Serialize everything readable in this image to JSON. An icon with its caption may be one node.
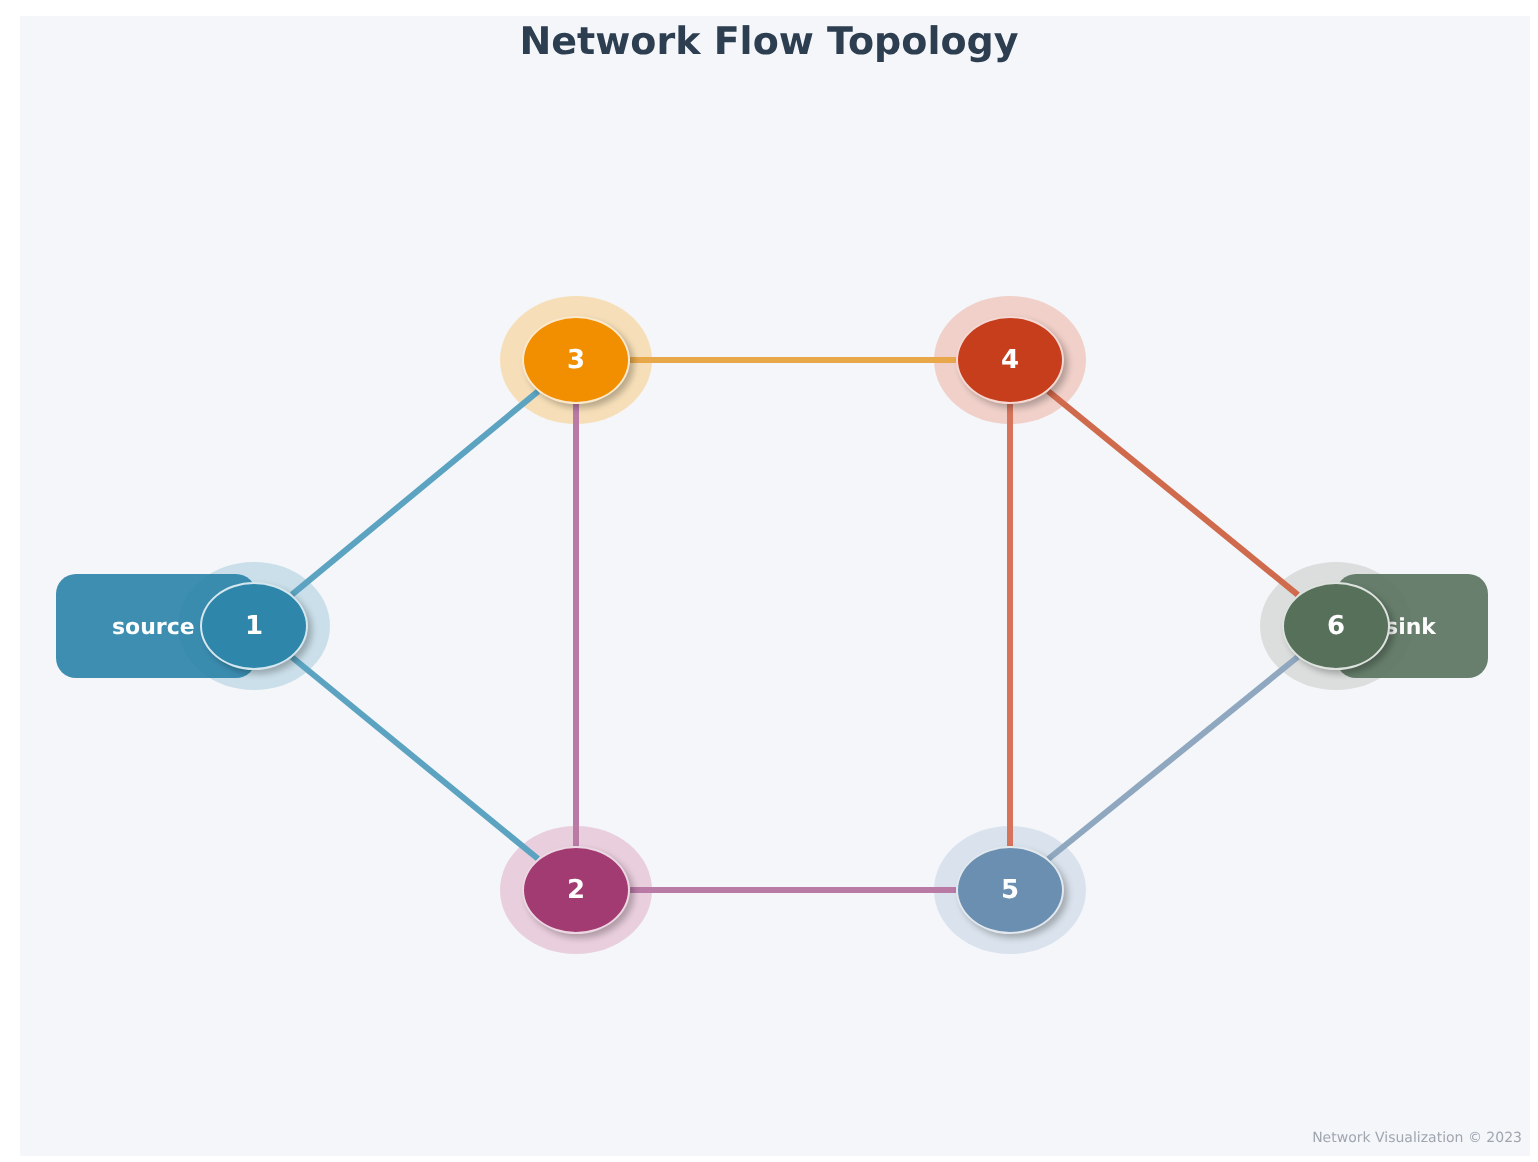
{
  "diagram": {
    "title": "Network Flow Topology",
    "nodes": [
      {
        "text": [
          "3"
        ]
      },
      {
        "text": [
          "4"
        ]
      },
      {
        "text": [
          "source"
        ]
      },
      {
        "text": [
          "1"
        ]
      },
      {
        "text": [
          "6"
        ]
      },
      {
        "text": [
          "sink"
        ]
      },
      {
        "text": [
          "2"
        ]
      },
      {
        "text": [
          "5"
        ]
      }
    ],
    "edges": [
      {
        "from": 3,
        "to": 0,
        "arrow": "none",
        "color": "#5ba3c0"
      },
      {
        "from": 3,
        "to": 6,
        "arrow": "none",
        "color": "#5ba3c0"
      },
      {
        "from": 0,
        "to": 1,
        "arrow": "none",
        "color": "#e8a84a"
      },
      {
        "from": 0,
        "to": 6,
        "arrow": "none",
        "color": "#b97aa6"
      },
      {
        "from": 6,
        "to": 7,
        "arrow": "none",
        "color": "#b97aa6"
      },
      {
        "from": 1,
        "to": 7,
        "arrow": "none",
        "color": "#d6735a"
      },
      {
        "from": 1,
        "to": 4,
        "arrow": "none",
        "color": "#d06a4d"
      },
      {
        "from": 7,
        "to": 4,
        "arrow": "none",
        "color": "#8fa8c0"
      }
    ],
    "labels": [
      "Network Visualization © 2023"
    ]
  }
}
